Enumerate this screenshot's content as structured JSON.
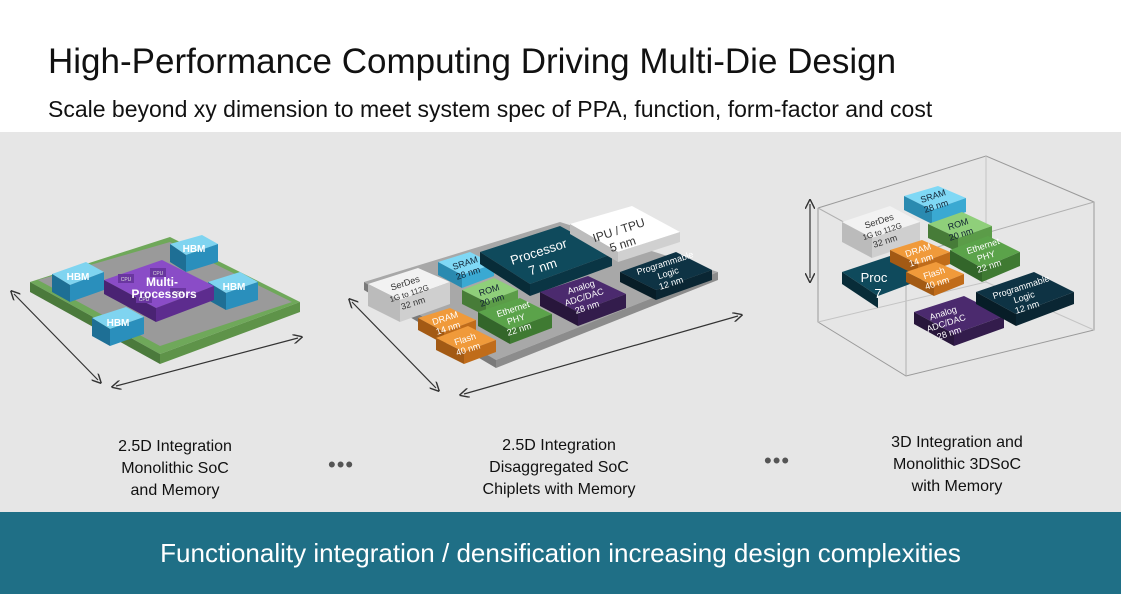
{
  "title": "High-Performance Computing Driving Multi-Die Design",
  "subtitle": "Scale beyond xy dimension to meet system spec of PPA, function, form-factor and cost",
  "banner": "Functionality integration / densification increasing design complexities",
  "colors": {
    "panel": "#e6e6e6",
    "banner": "#1f6f86",
    "hbm": "#3fb6e0",
    "processor": "#7a3fb0",
    "navy": "#0f4a5c",
    "green": "#5ba34a",
    "orange": "#e58a2c",
    "purple": "#4b2a6e",
    "dark": "#0e3344",
    "lightblue": "#66d0f0",
    "gray": "#d8d8d8"
  },
  "diagrams": {
    "first": {
      "caption": [
        "2.5D Integration",
        "Monolithic SoC",
        "and Memory"
      ],
      "hbm": "HBM",
      "multi": "Multi-",
      "processors": "Processors",
      "cpu": "CPU"
    },
    "second": {
      "caption": [
        "2.5D Integration",
        "Disaggregated SoC",
        "Chiplets with Memory"
      ],
      "serdes": [
        "SerDes",
        "1G to 112G",
        "32 nm"
      ],
      "sram": [
        "SRAM",
        "28 nm"
      ],
      "rom": [
        "ROM",
        "20 nm"
      ],
      "processor": [
        "Processor",
        "7 nm"
      ],
      "ipu": [
        "IPU / TPU",
        "5 nm"
      ],
      "dram": [
        "DRAM",
        "14 nm"
      ],
      "ethernet": [
        "Ethernet",
        "PHY",
        "22 nm"
      ],
      "analog": [
        "Analog",
        "ADC/DAC",
        "28 nm"
      ],
      "programmable": [
        "Programmable",
        "Logic",
        "12 nm"
      ],
      "flash": [
        "Flash",
        "40 nm"
      ]
    },
    "third": {
      "caption": [
        "3D Integration and",
        "Monolithic 3DSoC",
        "with Memory"
      ],
      "sram": [
        "SRAM",
        "28 nm"
      ],
      "serdes": [
        "SerDes",
        "1G to 112G",
        "32 nm"
      ],
      "rom": [
        "ROM",
        "20 nm"
      ],
      "dram": [
        "DRAM",
        "14 nm"
      ],
      "ethernet": [
        "Ethernet",
        "PHY",
        "22 nm"
      ],
      "flash": [
        "Flash",
        "40 nm"
      ],
      "proc_fragment": [
        "Proc",
        "7"
      ],
      "analog": [
        "Analog",
        "ADC/DAC",
        "28 nm"
      ],
      "programmable": [
        "Programmable",
        "Logic",
        "12 nm"
      ]
    }
  },
  "dots": "•••"
}
